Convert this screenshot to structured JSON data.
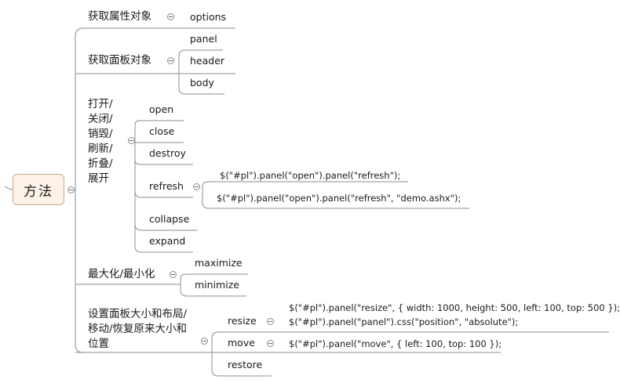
{
  "root": {
    "label": "方法"
  },
  "branches": [
    {
      "id": "attr",
      "label": "获取属性对象",
      "children": [
        "options"
      ]
    },
    {
      "id": "panel",
      "label": "获取面板对象",
      "children": [
        "panel",
        "header",
        "body"
      ]
    },
    {
      "id": "ops",
      "label_lines": [
        "打开/",
        "关闭/",
        "销毁/",
        "刷新/",
        "折叠/",
        "展开"
      ],
      "children": [
        "open",
        "close",
        "destroy",
        "refresh",
        "collapse",
        "expand"
      ],
      "refresh_examples": [
        "$(\"#pl\").panel(\"open\").panel(\"refresh\");",
        "$(\"#pl\").panel(\"open\").panel(\"refresh\", \"demo.ashx\");"
      ]
    },
    {
      "id": "max",
      "label": "最大化/最小化",
      "children": [
        "maximize",
        "minimize"
      ]
    },
    {
      "id": "size",
      "label_lines": [
        "设置面板大小和布局/",
        "移动/恢复原来大小和",
        "位置"
      ],
      "children": [
        "resize",
        "move",
        "restore"
      ],
      "resize_examples": [
        "$(\"#pl\").panel(\"resize\", { width: 1000, height: 500, left: 100, top: 500 });",
        "$(\"#pl\").panel(\"panel\").css(\"position\", \"absolute\");"
      ],
      "move_example": "$(\"#pl\").panel(\"move\", { left: 100, top: 100 });"
    }
  ]
}
